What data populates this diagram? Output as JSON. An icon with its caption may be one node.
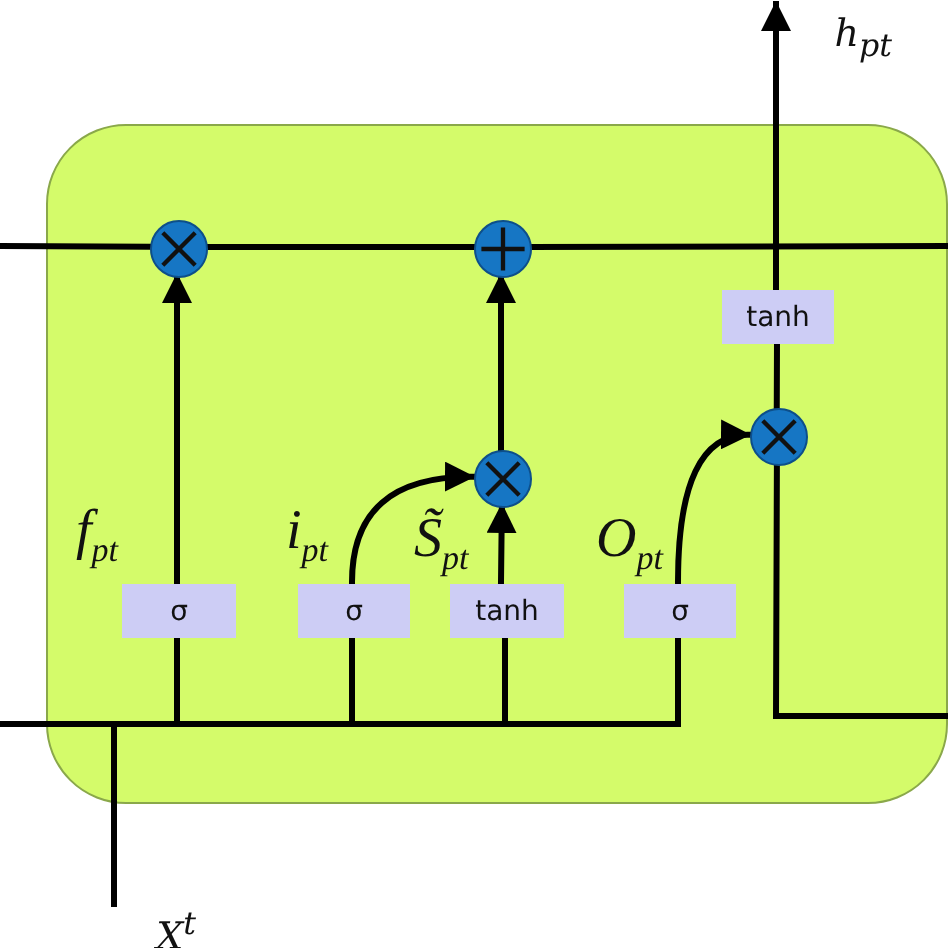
{
  "diagram": {
    "nodes": [
      {
        "text": [],
        "shape": "box"
      },
      {
        "text": [],
        "shape": "circle",
        "in": 0
      },
      {
        "text": [],
        "shape": "circle",
        "in": 0
      },
      {
        "text": [],
        "shape": "circle",
        "in": 0
      },
      {
        "text": [],
        "shape": "circle",
        "in": 0
      },
      {
        "text": [
          "tanh"
        ],
        "in": 0
      },
      {
        "text": [
          "σ"
        ],
        "in": 0
      },
      {
        "text": [
          "σ"
        ],
        "in": 0
      },
      {
        "text": [
          "tanh"
        ],
        "in": 0
      },
      {
        "text": [
          "σ"
        ],
        "in": 0
      },
      {
        "text": [
          "X$^{t}$"
        ]
      },
      {
        "text": [
          "h$_{pt}$"
        ]
      }
    ],
    "edges": [
      {
        "from": null,
        "to": 1,
        "arrow": "none"
      },
      {
        "from": 1,
        "to": 2,
        "arrow": "none"
      },
      {
        "from": 2,
        "to": null,
        "arrow": "none"
      },
      {
        "from": 6,
        "to": 1,
        "arrow": "to"
      },
      {
        "from": 7,
        "to": 3,
        "arrow": "to"
      },
      {
        "from": 8,
        "to": 3,
        "arrow": "to"
      },
      {
        "from": 3,
        "to": 2,
        "arrow": "to"
      },
      {
        "from": 9,
        "to": 4,
        "arrow": "to"
      },
      {
        "from": 4,
        "to": 5,
        "arrow": "none"
      },
      {
        "from": 5,
        "to": 11,
        "arrow": "to"
      },
      {
        "from": 4,
        "to": null,
        "arrow": "none"
      },
      {
        "from": null,
        "to": 6,
        "arrow": "none"
      },
      {
        "from": null,
        "to": 7,
        "arrow": "none"
      },
      {
        "from": null,
        "to": 8,
        "arrow": "none"
      },
      {
        "from": null,
        "to": 9,
        "arrow": "none"
      },
      {
        "from": 10,
        "to": 6,
        "arrow": "none"
      },
      {
        "from": 10,
        "to": 7,
        "arrow": "none"
      },
      {
        "from": 10,
        "to": 8,
        "arrow": "none"
      },
      {
        "from": 10,
        "to": 9,
        "arrow": "none"
      }
    ],
    "labels": [
      "f$_{pt}$",
      "i$_{pt}$",
      "S̃$_{pt}$",
      "O$_{pt}$"
    ]
  }
}
